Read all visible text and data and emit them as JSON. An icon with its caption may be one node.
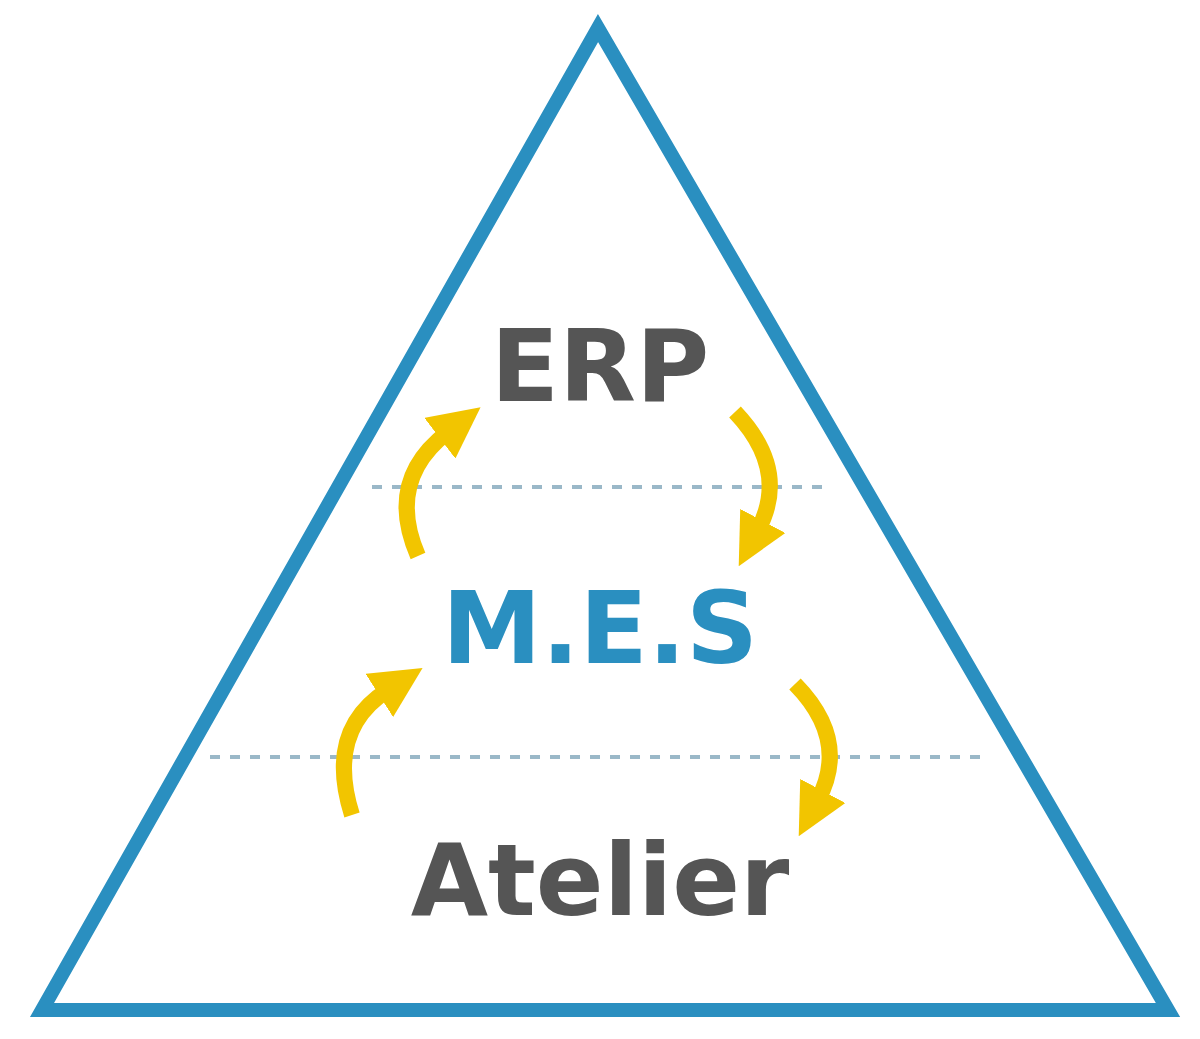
{
  "diagram": {
    "nodes": [
      {
        "text": [
          "ERP"
        ]
      },
      {
        "text": [
          "M.E.S"
        ]
      },
      {
        "text": [
          "Atelier"
        ]
      }
    ],
    "edges": [
      {
        "from": 1,
        "to": 0,
        "arrow": "to"
      },
      {
        "from": 0,
        "to": 1,
        "arrow": "to"
      },
      {
        "from": 2,
        "to": 1,
        "arrow": "to"
      },
      {
        "from": 1,
        "to": 2,
        "arrow": "to"
      }
    ]
  }
}
